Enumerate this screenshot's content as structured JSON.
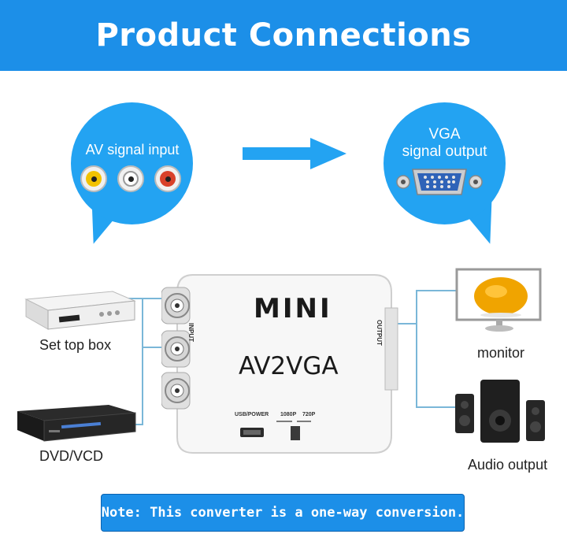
{
  "header": {
    "title": "Product Connections"
  },
  "input_bubble": {
    "label": "AV signal input"
  },
  "output_bubble": {
    "line1": "VGA",
    "line2": "signal output"
  },
  "converter": {
    "brand": "MINI",
    "model": "AV2VGA",
    "input_label": "INPUT",
    "output_label": "OUTPUT",
    "usb_label": "USB/POWER",
    "res_1080": "1080P",
    "res_720": "720P"
  },
  "sources": [
    {
      "label": "Set top box",
      "icon": "set-top-box-icon"
    },
    {
      "label": "DVD/VCD",
      "icon": "dvd-player-icon"
    }
  ],
  "outputs": [
    {
      "label": "monitor",
      "icon": "monitor-icon"
    },
    {
      "label": "Audio output",
      "icon": "speaker-system-icon"
    }
  ],
  "note": {
    "text": "Note: This converter is a one-way conversion."
  },
  "colors": {
    "accent": "#1c8fe8",
    "bubble": "#23a3f2",
    "connector_line": "#7ab7d8"
  }
}
